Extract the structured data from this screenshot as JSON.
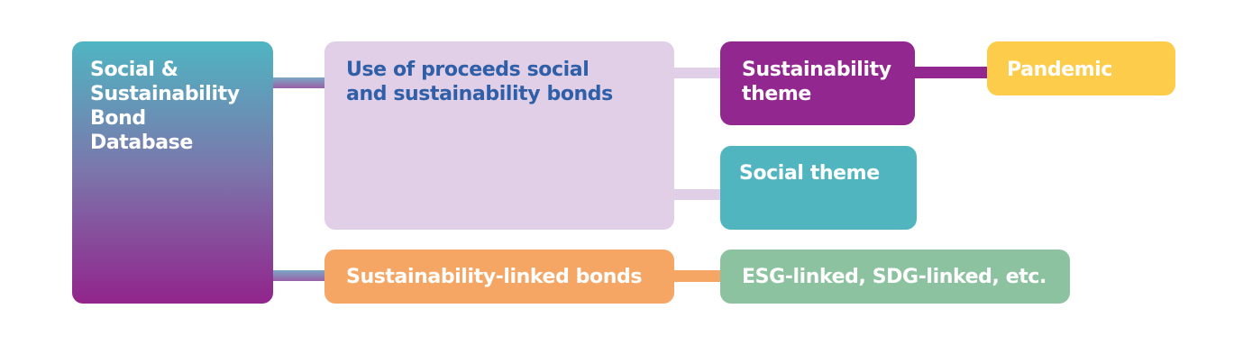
{
  "nodes": {
    "root": {
      "lines": [
        "Social &",
        "Sustainability",
        "Bond",
        "Database"
      ]
    },
    "use_of_proceeds": {
      "lines": [
        "Use of proceeds social",
        "and sustainability bonds"
      ]
    },
    "sustainability_theme": {
      "lines": [
        "Sustainability",
        "theme"
      ]
    },
    "pandemic": {
      "label": "Pandemic"
    },
    "social_theme": {
      "label": "Social theme"
    },
    "sustainability_linked": {
      "label": "Sustainability-linked bonds"
    },
    "esg_linked": {
      "label": "ESG-linked, SDG-linked, etc."
    }
  },
  "colors": {
    "root_gradient_top": "#4fb5c2",
    "root_gradient_bottom": "#92248c",
    "use_of_proceeds_bg": "#e0cfe6",
    "use_of_proceeds_text": "#2f5fa8",
    "sustainability_theme_bg": "#92288f",
    "pandemic_bg": "#fccc4a",
    "social_theme_bg": "#51b5c0",
    "sustainability_linked_bg": "#f6a664",
    "esg_linked_bg": "#8cc29f"
  }
}
